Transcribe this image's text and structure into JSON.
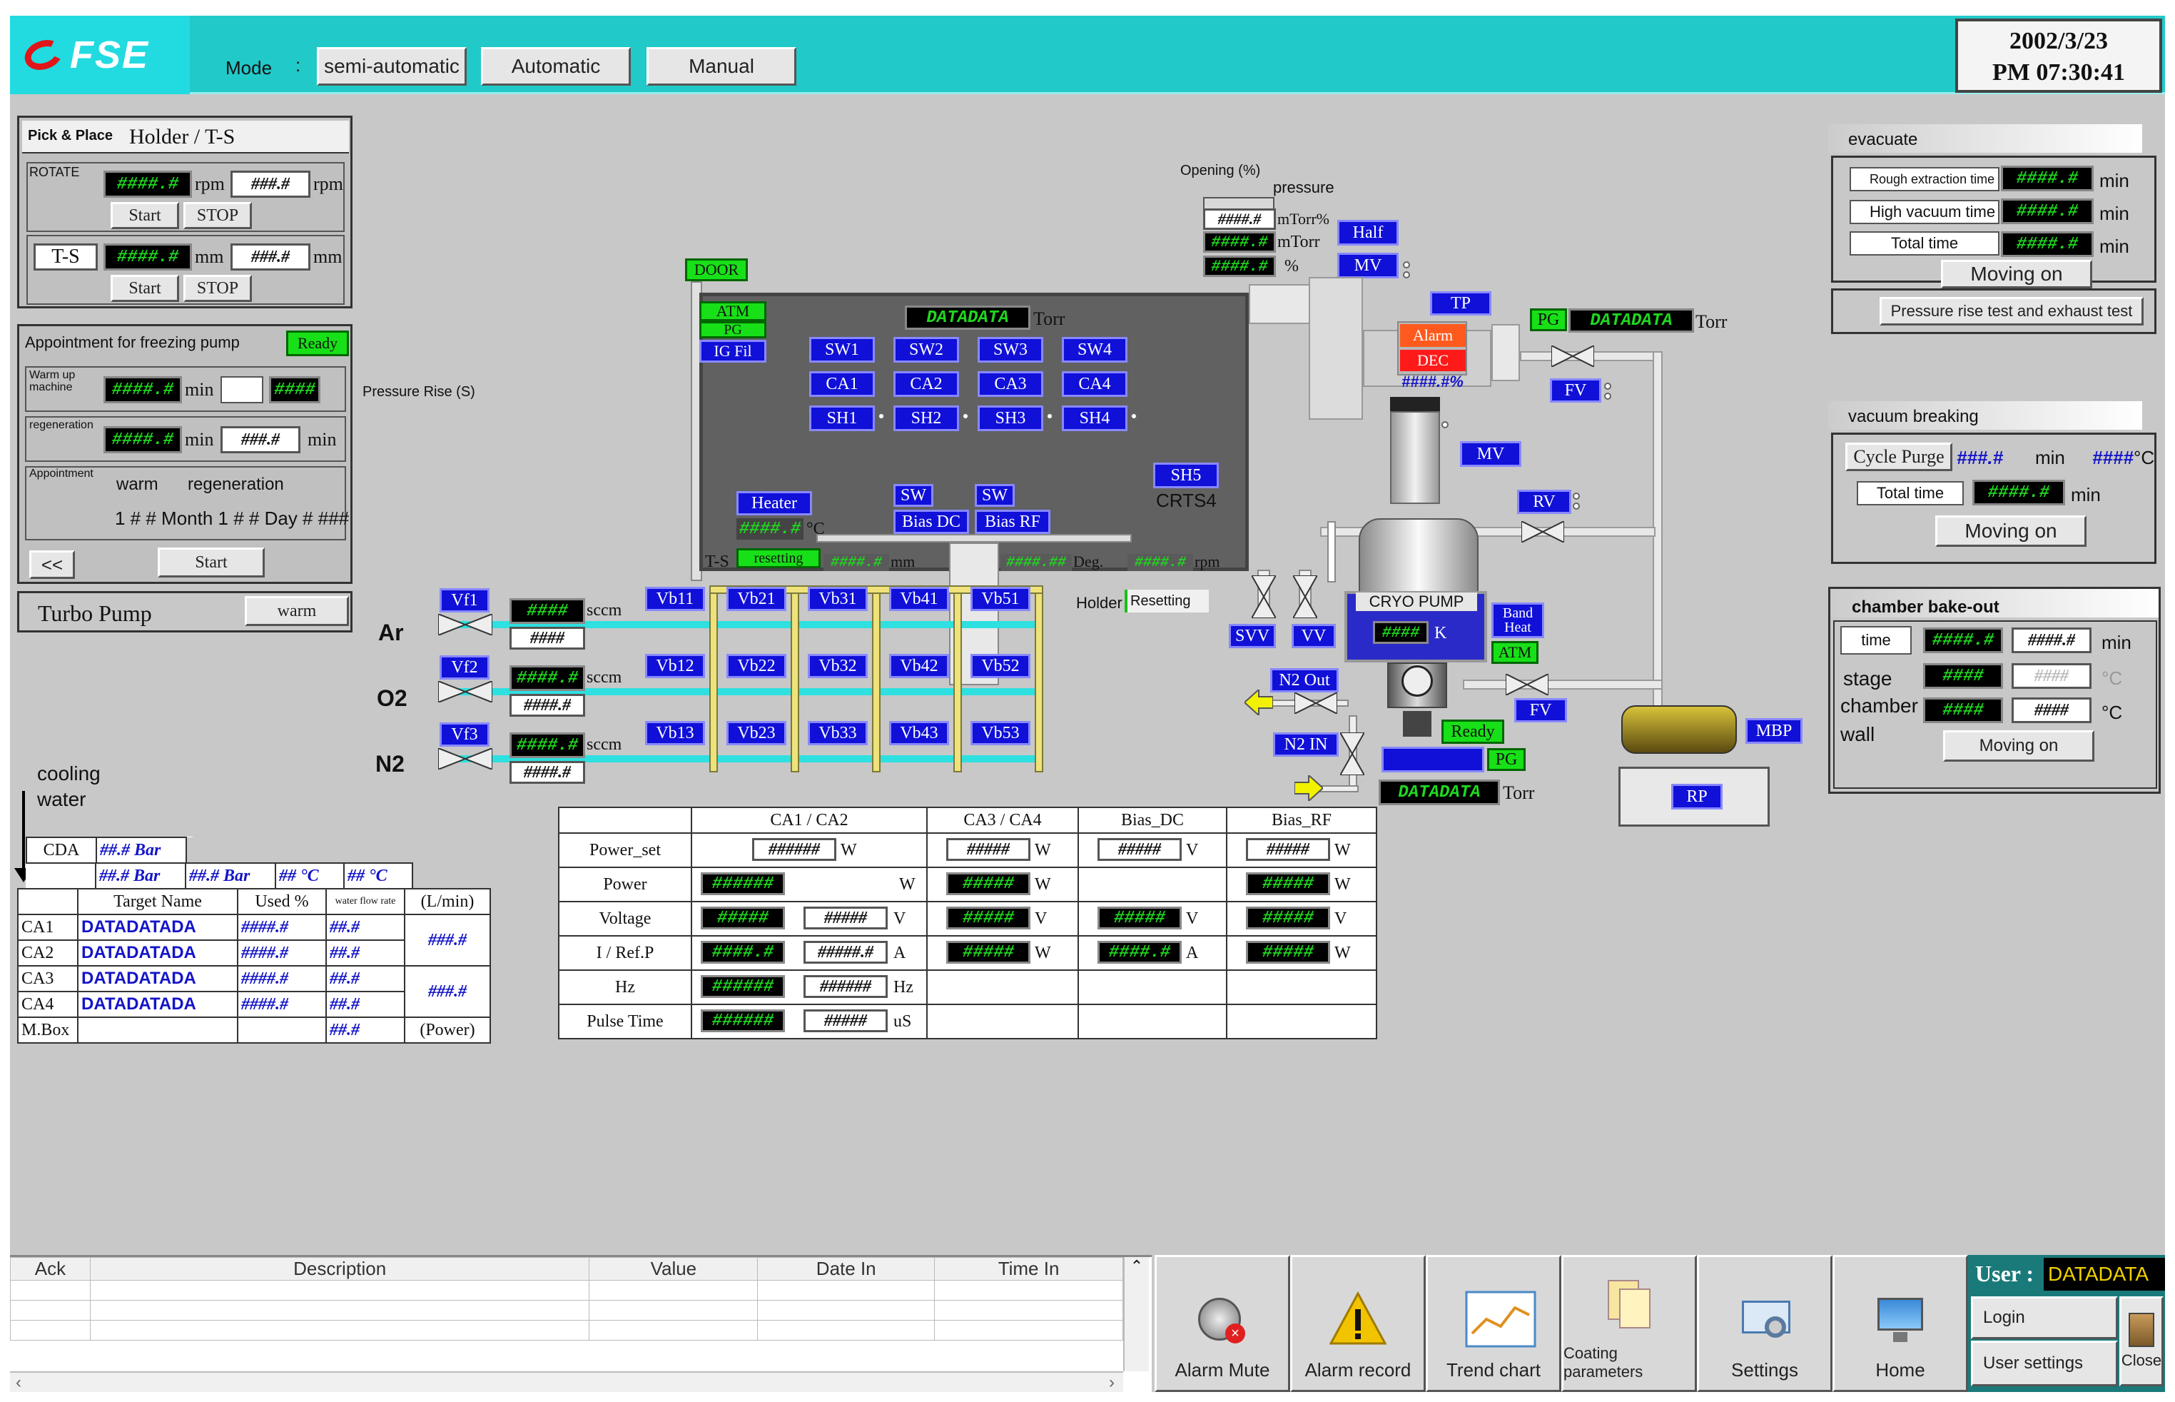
{
  "header": {
    "brand": "FSE",
    "mode_label": "Mode",
    "mode_sep": ":",
    "modes": [
      "semi-automatic",
      "Automatic",
      "Manual"
    ],
    "date": "2002/3/23",
    "time": "PM 07:30:41"
  },
  "holder_panel": {
    "tab": "Pick & Place",
    "title": "Holder / T-S",
    "rotate_label": "ROTATE",
    "rotate_val1": "####.#",
    "rotate_val2": "###.#",
    "rpm": "rpm",
    "start": "Start",
    "stop": "STOP",
    "ts_label": "T-S",
    "ts_val1": "####.#",
    "ts_val2": "###.#",
    "mm": "mm"
  },
  "freeze_panel": {
    "title": "Appointment for freezing pump",
    "ready": "Ready",
    "warm_up": "Warm up machine",
    "warm_val": "####.#",
    "warm_val2": "####",
    "min": "min",
    "regen": "regeneration",
    "regen_val": "####.#",
    "regen_val2": "###.#",
    "appoint": "Appointment",
    "warm": "warm",
    "regeneration": "regeneration",
    "schedule": "1 # # Month 1 # # Day # ###",
    "back": "<<",
    "start": "Start",
    "pressure_rise": "Pressure Rise (S)"
  },
  "turbo": {
    "label": "Turbo Pump",
    "value": "warm"
  },
  "chamber": {
    "door": "DOOR",
    "atm": "ATM",
    "pg": "PG",
    "igfil": "IG Fil",
    "datadata": "DATADATA",
    "torr": "Torr",
    "sw": [
      "SW1",
      "SW2",
      "SW3",
      "SW4"
    ],
    "ca": [
      "CA1",
      "CA2",
      "CA3",
      "CA4"
    ],
    "sh": [
      "SH1",
      "SH2",
      "SH3",
      "SH4"
    ],
    "sh5": "SH5",
    "crts4": "CRTS4",
    "heater": "Heater",
    "heater_val": "####.#",
    "degc": "°C",
    "swdc": "SW",
    "biasdc": "Bias DC",
    "swrf": "SW",
    "biasrf": "Bias RF",
    "ts": "T-S",
    "resetting": "resetting",
    "mm_val": "####.#",
    "mm": "mm",
    "deg_val": "####.##",
    "deg": "Deg.",
    "rpm_val": "####.#",
    "rpm": "rpm",
    "holder": "Holder",
    "holder_state": "Resetting"
  },
  "pump_area": {
    "opening": "Opening (%)",
    "pressure": "pressure",
    "p_val": "####.#",
    "mtorr_pct": "mTorr%",
    "mtorr_val": "####.#",
    "mtorr": "mTorr",
    "pct_val": "####.#",
    "pct": "%",
    "half": "Half",
    "mv": "MV",
    "tp": "TP",
    "alarm": "Alarm",
    "dec": "DEC",
    "tp_val": "####.#%",
    "pg": "PG",
    "datadata": "DATADATA",
    "torr": "Torr",
    "fv": "FV",
    "mv2": "MV",
    "rv": "RV",
    "cryo": "CRYO PUMP",
    "cryo_val": "####",
    "k": "K",
    "band": "Band Heat",
    "atm": "ATM",
    "svv": "SVV",
    "vv": "VV",
    "n2out": "N2 Out",
    "n2in": "N2 IN",
    "ready": "Ready",
    "pg2": "PG",
    "datadata2": "DATADATA",
    "torr2": "Torr",
    "fv2": "FV",
    "mbp": "MBP",
    "rp": "RP"
  },
  "gas": {
    "rows": [
      {
        "gas": "Ar",
        "valve": "Vf1",
        "val": "####",
        "set": "####",
        "unit": "sccm",
        "vb": [
          "Vb11",
          "Vb21",
          "Vb31",
          "Vb41",
          "Vb51"
        ]
      },
      {
        "gas": "O2",
        "valve": "Vf2",
        "val": "####.#",
        "set": "####.#",
        "unit": "sccm",
        "vb": [
          "Vb12",
          "Vb22",
          "Vb32",
          "Vb42",
          "Vb52"
        ]
      },
      {
        "gas": "N2",
        "valve": "Vf3",
        "val": "####.#",
        "set": "####.#",
        "unit": "sccm",
        "vb": [
          "Vb13",
          "Vb23",
          "Vb33",
          "Vb43",
          "Vb53"
        ]
      }
    ]
  },
  "cooling": {
    "title1": "cooling",
    "title2": "water",
    "cda": "CDA",
    "cda_val": "##.# Bar",
    "r2a": "##.# Bar",
    "r2b": "##.# Bar",
    "r2c": "## °C",
    "r2d": "## °C",
    "headers": [
      "Target Name",
      "Used %",
      "water flow rate",
      "(L/min)"
    ],
    "rows": [
      {
        "n": "CA1",
        "t": "DATADATADA",
        "u": "####.#",
        "f": "##.#"
      },
      {
        "n": "CA2",
        "t": "DATADATADA",
        "u": "####.#",
        "f": "##.#"
      },
      {
        "n": "CA3",
        "t": "DATADATADA",
        "u": "####.#",
        "f": "##.#"
      },
      {
        "n": "CA4",
        "t": "DATADATADA",
        "u": "####.#",
        "f": "##.#"
      }
    ],
    "g1": "###.#",
    "g2": "###.#",
    "mbox": "M.Box",
    "mbox_f": "##.#",
    "power": "(Power)"
  },
  "power_table": {
    "cols": [
      "CA1 / CA2",
      "CA3 / CA4",
      "Bias_DC",
      "Bias_RF"
    ],
    "rows": [
      "Power_set",
      "Power",
      "Voltage",
      "I / Ref.P",
      "Hz",
      "Pulse Time"
    ],
    "v6": "######",
    "v5": "#####",
    "v41": "####.#",
    "v51": "#####.#",
    "u": {
      "W": "W",
      "V": "V",
      "A": "A",
      "Hz": "Hz",
      "uS": "uS"
    }
  },
  "evacuate": {
    "title": "evacuate",
    "rough": "Rough extraction time",
    "high": "High vacuum time",
    "total": "Total time",
    "val": "####.#",
    "min": "min",
    "moving": "Moving on",
    "test": "Pressure rise test and exhaust test"
  },
  "vbreak": {
    "title": "vacuum breaking",
    "cycle": "Cycle Purge",
    "cycle_val": "###.#",
    "min": "min",
    "temp_val": "####",
    "degc": "°C",
    "total": "Total time",
    "total_val": "####.#",
    "moving": "Moving on"
  },
  "bake": {
    "title": "chamber bake-out",
    "time": "time",
    "stage": "stage",
    "chamber": "chamber",
    "wall": "wall",
    "v1": "####.#",
    "v2": "####.#",
    "s1": "####",
    "s2": "####",
    "min": "min",
    "degc": "°C",
    "moving": "Moving on"
  },
  "alarm": {
    "cols": [
      "Ack",
      "Description",
      "Value",
      "Date In",
      "Time In"
    ]
  },
  "footer": {
    "buttons": [
      "Alarm Mute",
      "Alarm record",
      "Trend chart",
      "Coating parameters",
      "Settings",
      "Home"
    ],
    "user_label": "User :",
    "user_val": "DATADATA",
    "login": "Login",
    "user_settings": "User settings",
    "close": "Close"
  },
  "colors": {
    "teal": "#22c9c9",
    "panel": "#c8c8c8",
    "blue": "#1010d8",
    "green": "#18e018",
    "cyan": "#2ee0e0"
  }
}
